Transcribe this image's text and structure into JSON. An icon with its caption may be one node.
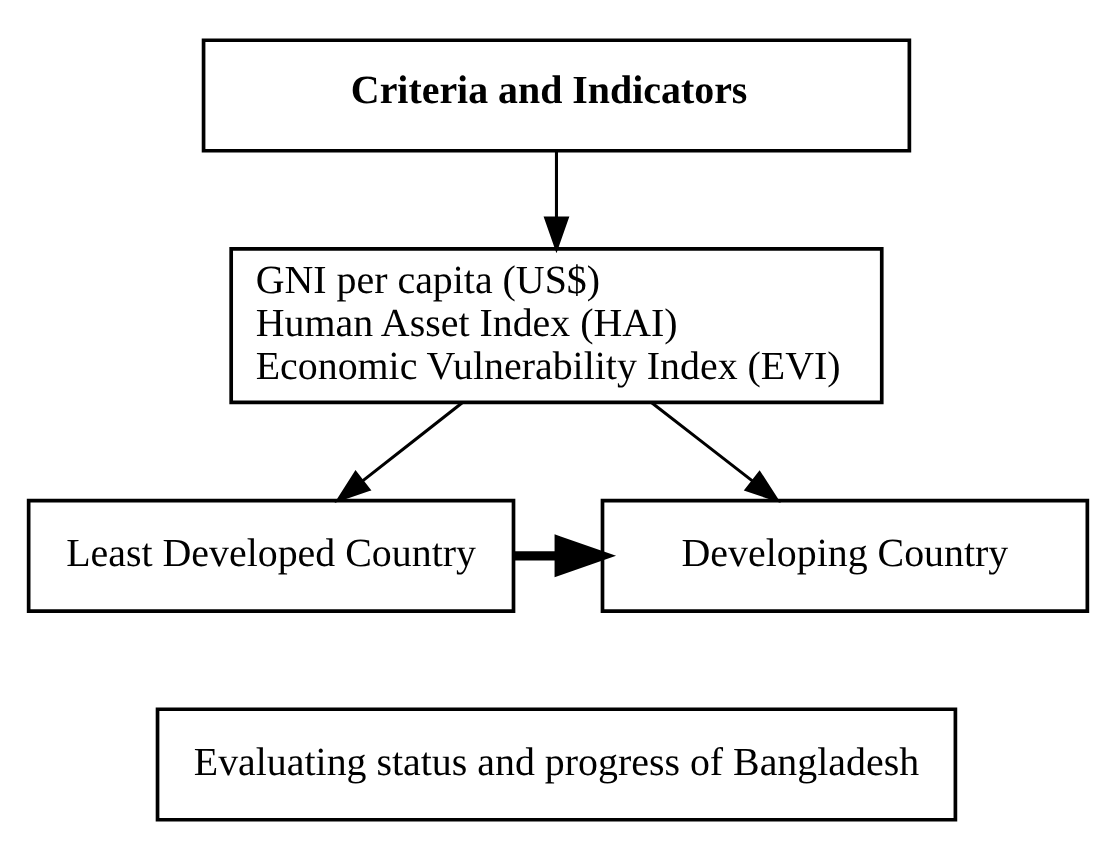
{
  "diagram": {
    "nodes": [
      {
        "text": [
          "Criteria and Indicators"
        ]
      },
      {
        "text": [
          "GNI per capita (US$)",
          "Human Asset Index (HAI)",
          "Economic Vulnerability Index (EVI)"
        ]
      },
      {
        "text": [
          "Least Developed Country"
        ]
      },
      {
        "text": [
          "Developing Country"
        ]
      },
      {
        "text": [
          "Evaluating status and progress of Bangladesh"
        ]
      }
    ],
    "edges": [
      {
        "from": 0,
        "to": 1,
        "arrow": "to"
      },
      {
        "from": 1,
        "to": 2,
        "arrow": "to"
      },
      {
        "from": 1,
        "to": 3,
        "arrow": "to"
      },
      {
        "from": 2,
        "to": 3,
        "arrow": "to",
        "style": "thick"
      }
    ]
  }
}
